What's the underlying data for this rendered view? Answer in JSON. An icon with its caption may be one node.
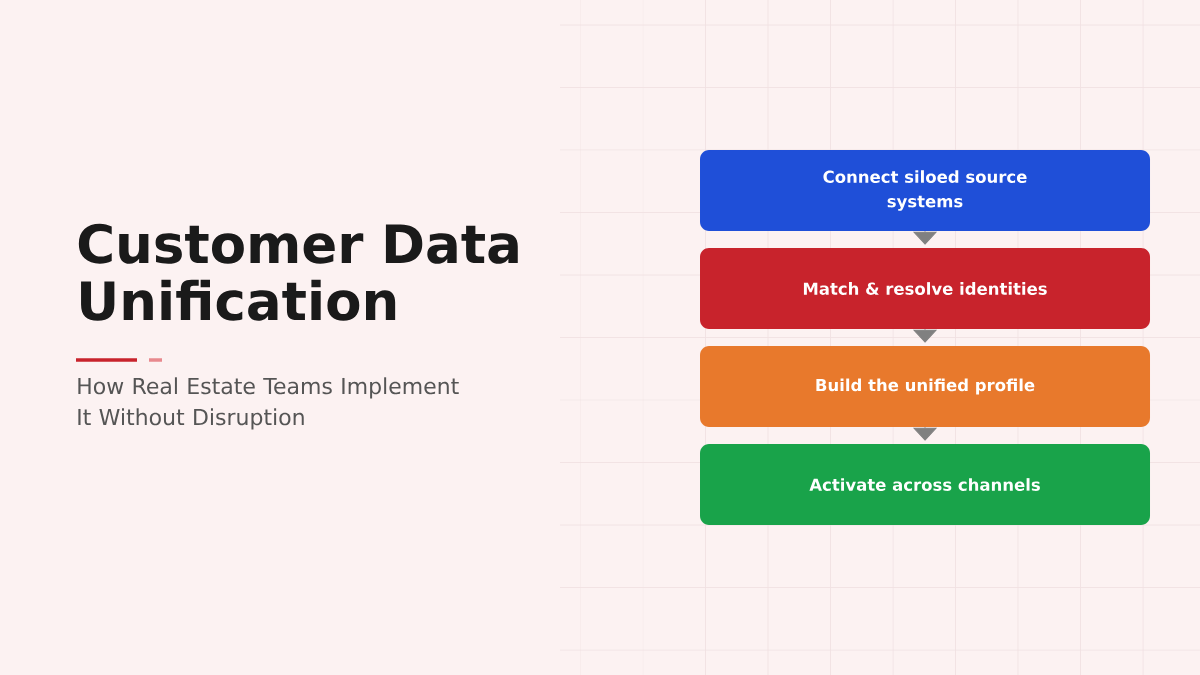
{
  "diagram": {
    "title": "Customer Data Unification",
    "nodes": [
      {
        "text": [
          "Connect siloed source systems"
        ]
      },
      {
        "text": [
          "Match & resolve identities"
        ]
      },
      {
        "text": [
          "Build the unified profile"
        ]
      },
      {
        "text": [
          "Activate across channels"
        ]
      }
    ],
    "edges": [
      {
        "from": 0,
        "to": 1,
        "arrow": "to"
      },
      {
        "from": 1,
        "to": 2,
        "arrow": "to"
      },
      {
        "from": 2,
        "to": 3,
        "arrow": "to"
      }
    ],
    "labels": [
      "How Real Estate Teams Implement It Without Disruption"
    ]
  }
}
